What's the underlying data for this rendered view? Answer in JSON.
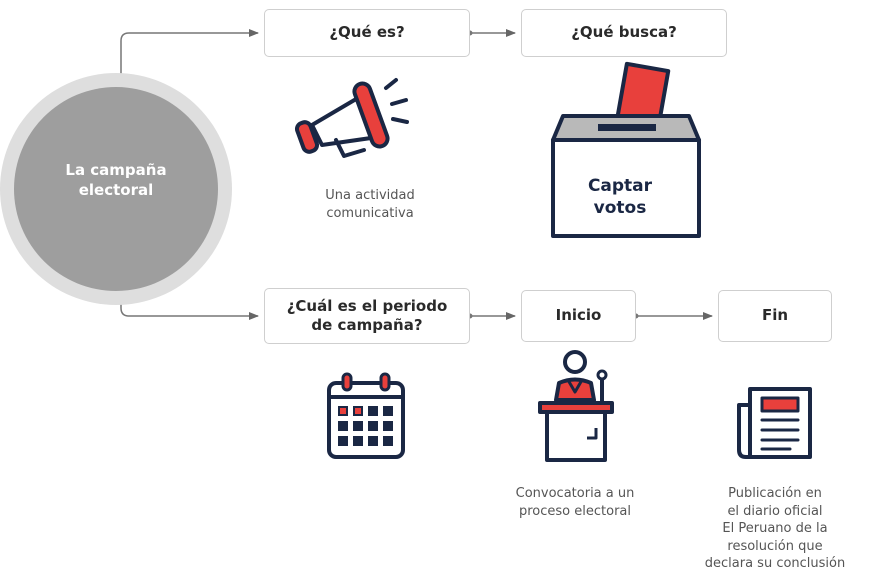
{
  "central": {
    "label": "La campaña electoral"
  },
  "boxes": {
    "que_es": "¿Qué es?",
    "que_busca": "¿Qué busca?",
    "periodo": "¿Cuál es el periodo de campaña?",
    "inicio": "Inicio",
    "fin": "Fin"
  },
  "captions": {
    "que_es": "Una actividad\ncomunicativa",
    "inicio": "Convocatoria a un\nproceso electoral",
    "fin": "Publicación en\nel diario oficial\nEl Peruano de la\nresolución que\ndeclara su conclusión"
  },
  "ballot_box": {
    "label": "Captar votos"
  },
  "icons": [
    "megaphone-icon",
    "ballot-box-icon",
    "calendar-icon",
    "speaker-podium-icon",
    "newspaper-icon"
  ],
  "colors": {
    "accent": "#e8403c",
    "navy": "#1a2744",
    "circle": "#9e9e9e",
    "box_border": "#cfcfcf",
    "connector": "#666666"
  }
}
